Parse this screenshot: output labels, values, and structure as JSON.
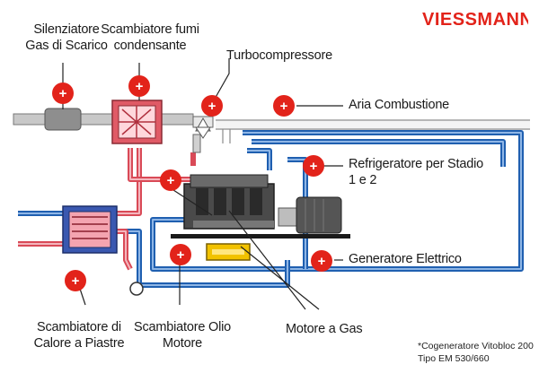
{
  "brand": {
    "name": "VIESSMANN",
    "color": "#e2231a"
  },
  "labels": {
    "silenziatore_l1": "Silenziatore",
    "silenziatore_l2": "Gas di Scarico",
    "scambiatore_fumi_l1": "Scambiatore fumi",
    "scambiatore_fumi_l2": "condensante",
    "turbocompressore": "Turbocompressore",
    "aria_combustione": "Aria Combustione",
    "refrigeratore_l1": "Refrigeratore per Stadio",
    "refrigeratore_l2": "1 e 2",
    "generatore": "Generatore Elettrico",
    "scambiatore_piastre_l1": "Scambiatore di",
    "scambiatore_piastre_l2": "Calore a Piastre",
    "scambiatore_olio_l1": "Scambiatore Olio",
    "scambiatore_olio_l2": "Motore",
    "motore_gas": "Motore a Gas"
  },
  "footnote": {
    "line1": "*Cogeneratore Vitobloc 200",
    "line2": "Tipo EM 530/660"
  },
  "plus_symbol": "+",
  "colors": {
    "hotspot": "#e2231a",
    "pipe_blue": "#1f5fb0",
    "pipe_red": "#d94a57",
    "pipe_grey": "#9a9a9a",
    "oil_yellow": "#f2c200"
  }
}
